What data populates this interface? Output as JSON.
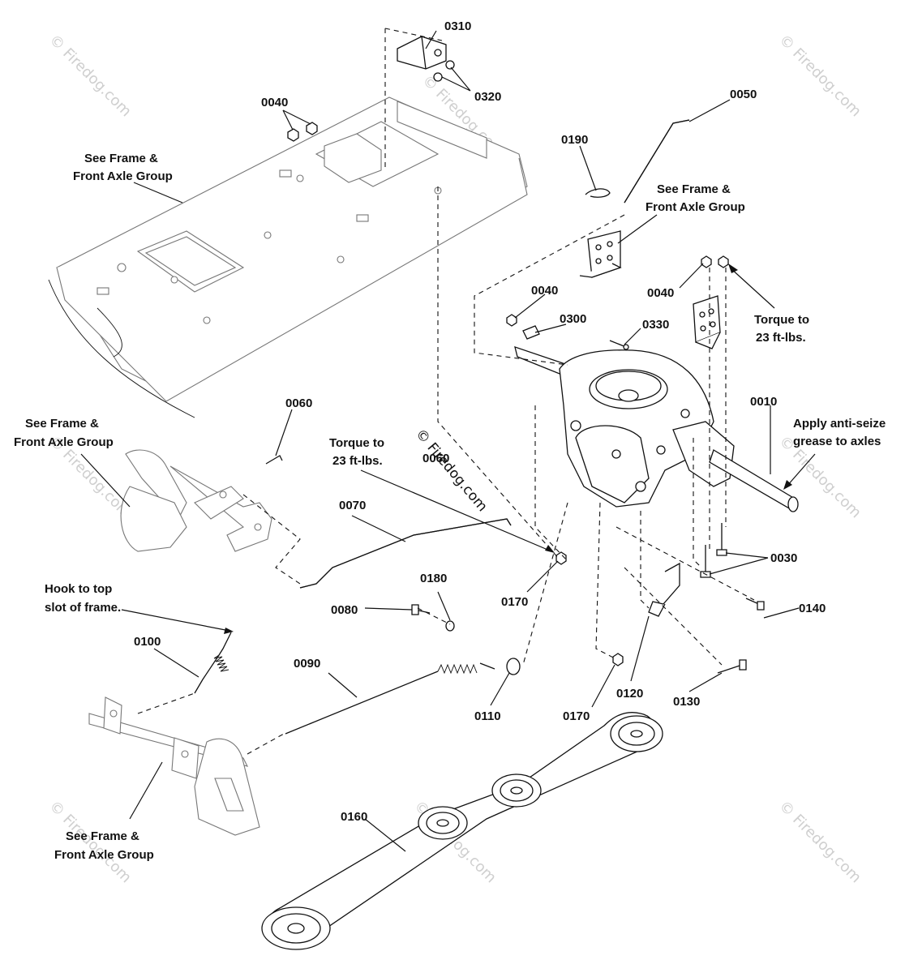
{
  "watermark": "© Firedog.com",
  "part_labels": {
    "p0310": "0310",
    "p0320": "0320",
    "p0040_top": "0040",
    "p0050": "0050",
    "p0190": "0190",
    "p0040_mid": "0040",
    "p0300": "0300",
    "p0330": "0330",
    "p0040_right": "0040",
    "p0010": "0010",
    "p0060": "0060",
    "p0060b": "0060",
    "p0070": "0070",
    "p0170_a": "0170",
    "p0180": "0180",
    "p0080": "0080",
    "p0100": "0100",
    "p0090": "0090",
    "p0110": "0110",
    "p0170_b": "0170",
    "p0120": "0120",
    "p0130": "0130",
    "p0140": "0140",
    "p0030": "0030",
    "p0160": "0160"
  },
  "notes": {
    "frame_top_l1": "See Frame &",
    "frame_top_l2": "Front Axle Group",
    "frame_right_l1": "See Frame &",
    "frame_right_l2": "Front Axle Group",
    "frame_left_l1": "See Frame &",
    "frame_left_l2": "Front Axle Group",
    "frame_bottom_l1": "See Frame &",
    "frame_bottom_l2": "Front Axle Group",
    "torque_right_l1": "Torque to",
    "torque_right_l2": "23 ft-lbs.",
    "torque_mid_l1": "Torque to",
    "torque_mid_l2": "23 ft-lbs.",
    "antiseize_l1": "Apply anti-seize",
    "antiseize_l2": "grease to axles",
    "hook_l1": "Hook to top",
    "hook_l2": "slot of frame."
  }
}
